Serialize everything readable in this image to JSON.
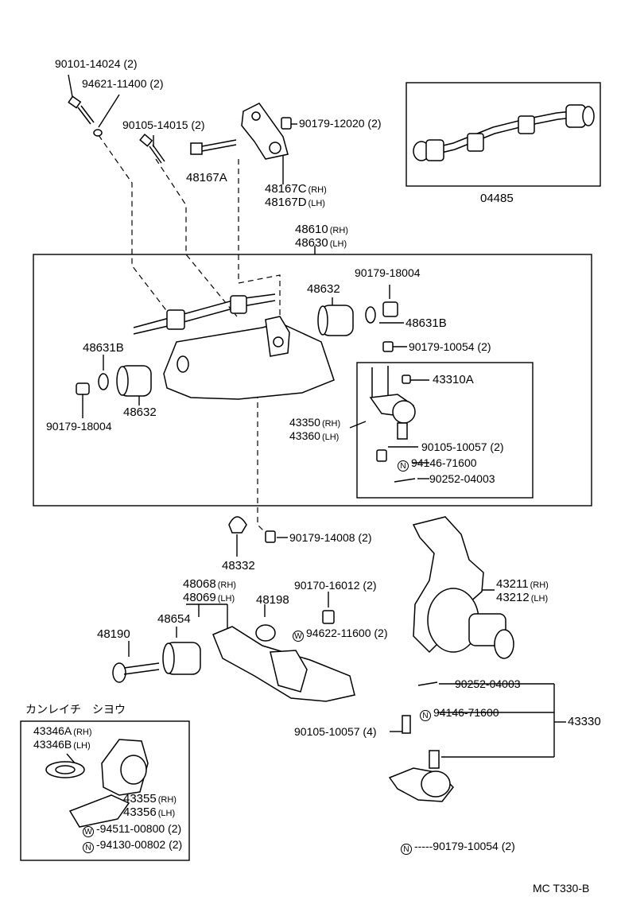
{
  "labels": {
    "p9010114024": "90101-14024 (2)",
    "p9462111400": "94621-11400 (2)",
    "p9010514015": "90105-14015 (2)",
    "p48167a": "48167A",
    "p9017912020": "90179-12020 (2)",
    "p48167c": "48167C",
    "p48167c_sfx": "(RH)",
    "p48167d": "48167D",
    "p48167d_sfx": "(LH)",
    "p04485": "04485",
    "p48610": "48610",
    "p48610_sfx": "(RH)",
    "p48630": "48630",
    "p48630_sfx": "(LH)",
    "p9017918004_top": "90179-18004",
    "p48632_top": "48632",
    "p48631b_right": "48631B",
    "p9017910054_a": "90179-10054 (2)",
    "p48631b_left": "48631B",
    "p43310a": "43310A",
    "p9017918004_left": "90179-18004",
    "p48632_left": "48632",
    "p43350": "43350",
    "p43350_sfx": "(RH)",
    "p43360": "43360",
    "p43360_sfx": "(LH)",
    "p9010510057_a": "90105-10057 (2)",
    "p9414671600_a": "94146-71600",
    "p9025204003_a": "90252-04003",
    "p48332": "48332",
    "p9017914008": "90179-14008 (2)",
    "p48068": "48068",
    "p48068_sfx": "(RH)",
    "p48069": "48069",
    "p48069_sfx": "(LH)",
    "p48198": "48198",
    "p9017016012": "90170-16012 (2)",
    "p48654": "48654",
    "p9462211600": "94622-11600 (2)",
    "p48190": "48190",
    "p43211": "43211",
    "p43211_sfx": "(RH)",
    "p43212": "43212",
    "p43212_sfx": "(LH)",
    "p9025204003_b": "90252-04003",
    "p9414671600_b": "94146-71600",
    "p43330": "43330",
    "p9010510057_b": "90105-10057 (4)",
    "p9017910054_b": "90179-10054 (2)",
    "kanreichi": "カンレイチ　シヨウ",
    "p43346a": "43346A",
    "p43346a_sfx": "(RH)",
    "p43346b": "43346B",
    "p43346b_sfx": "(LH)",
    "p43355": "43355",
    "p43355_sfx": "(RH)",
    "p43356": "43356",
    "p43356_sfx": "(LH)",
    "p9451100800": "-94511-00800 (2)",
    "p9413000802": "-94130-00802 (2)",
    "p9017910054_n": "-----90179-10054 (2)",
    "footer": "MC  T330-B"
  },
  "markers": {
    "n": "N",
    "w": "W"
  }
}
